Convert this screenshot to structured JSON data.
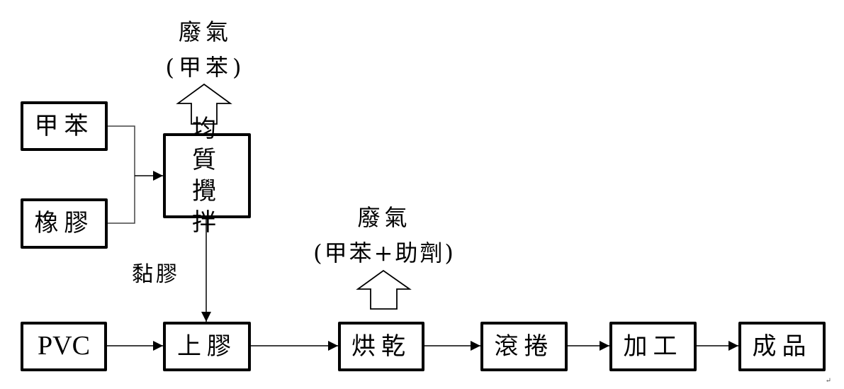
{
  "diagram": {
    "inputs": [
      {
        "id": "toluene",
        "label": "甲苯"
      },
      {
        "id": "rubber",
        "label": "橡膠"
      }
    ],
    "mixing": {
      "label_line1": "均質",
      "label_line2": "攪拌"
    },
    "exhaust_top": {
      "line1": "廢氣",
      "line2": "(甲苯)"
    },
    "adhesive_label": "黏膠",
    "exhaust_mid": {
      "line1": "廢氣",
      "line2": "(甲苯+助劑)"
    },
    "main_flow": [
      {
        "id": "pvc",
        "label": "PVC"
      },
      {
        "id": "coating",
        "label": "上膠"
      },
      {
        "id": "drying",
        "label": "烘乾"
      },
      {
        "id": "rolling",
        "label": "滾捲"
      },
      {
        "id": "processing",
        "label": "加工"
      },
      {
        "id": "product",
        "label": "成品"
      }
    ],
    "paragraph_mark": "↵"
  }
}
